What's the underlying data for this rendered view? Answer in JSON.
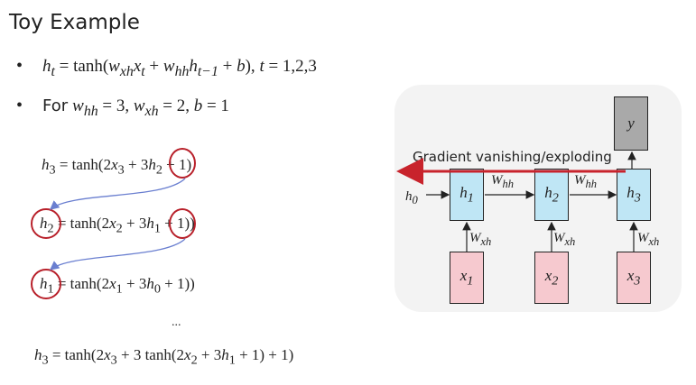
{
  "title": "Toy Example",
  "bullets": [
    {
      "text": "h_t = tanh(w_xh x_t + w_hh h_{t−1} + b), t = 1,2,3"
    },
    {
      "label": "For",
      "text": "w_hh = 3, w_xh = 2, b = 1"
    }
  ],
  "equations": [
    "h_3 = tanh(2x_3 + 3h_2 + 1)",
    "h_2 = tanh(2x_2 + 3h_1 + 1))",
    "h_1 = tanh(2x_1 + 3h_0 + 1))",
    "h_3 = tanh(2x_3 + 3 tanh(2x_2 + 3h_1 + 1) + 1)"
  ],
  "ellipsis": "...",
  "diagram": {
    "gradient_label": "Gradient vanishing/exploding",
    "output": "y",
    "hidden": [
      "h1",
      "h2",
      "h3"
    ],
    "inputs": [
      "x1",
      "x2",
      "x3"
    ],
    "initial": "h0",
    "recurrent_weight": "Whh",
    "input_weight": "Wxh"
  },
  "colors": {
    "hidden_fill": "#bfe6f5",
    "input_fill": "#f6c9cf",
    "output_fill": "#a9a9a9",
    "gradient_arrow": "#c8232c",
    "circle": "#b8202a",
    "link_arrow": "#6a7fd0"
  }
}
